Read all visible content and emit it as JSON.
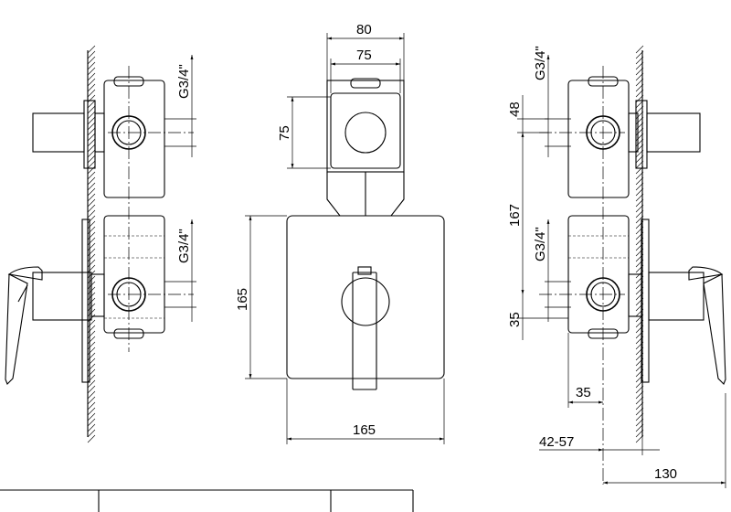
{
  "dimensions": {
    "top_width_outer": "80",
    "top_width_inner": "75",
    "top_box_height": "75",
    "plate_height": "165",
    "plate_width": "165",
    "thread_upper_left": "G3/4\"",
    "thread_lower_left": "G3/4\"",
    "thread_upper_right": "G3/4\"",
    "thread_lower_right": "G3/4\"",
    "right_upper_offset": "48",
    "right_inlet_spacing": "167",
    "right_lower_offset": "35",
    "right_depth_35": "35",
    "right_wall_range": "42-57",
    "right_projection": "130"
  }
}
